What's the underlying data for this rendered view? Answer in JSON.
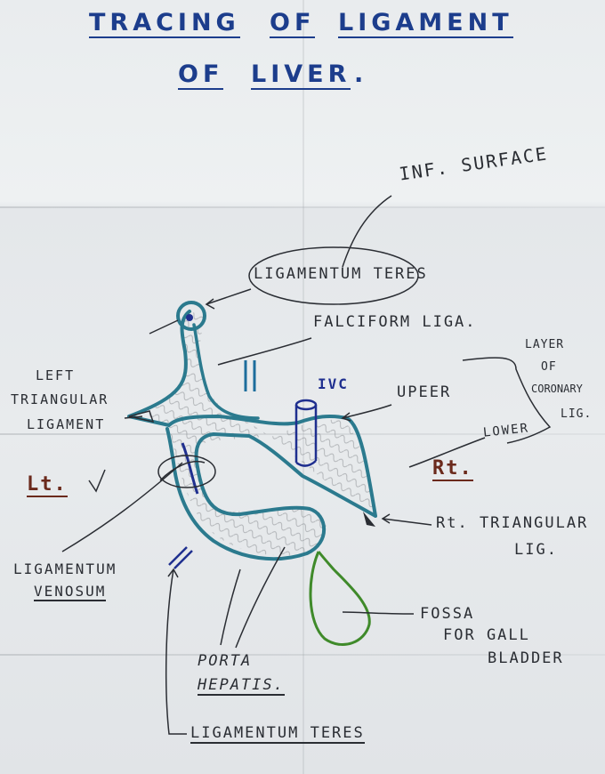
{
  "title": {
    "line1_word1": "TRACING",
    "line1_word2": "OF",
    "line1_word3": "LIGAMENT",
    "line2_word1": "OF",
    "line2_word2": "LIVER",
    "line2_period": "."
  },
  "labels": {
    "inf_surface": "INF. SURFACE",
    "ligamentum_teres_top": "LIGAMENTUM TERES",
    "falciform": "FALCIFORM LIGA.",
    "left_triangular_1": "LEFT",
    "left_triangular_2": "TRIANGULAR",
    "left_triangular_3": "LIGAMENT",
    "ivc": "IVC",
    "upeer": "UPEER",
    "lower": "LOWER",
    "layer_1": "LAYER",
    "layer_2": "OF",
    "layer_3": "CORONARY",
    "layer_4": "LIG.",
    "lt": "Lt.",
    "rt": "Rt.",
    "parallel_mark": "||",
    "rt_triangular_1": "Rt. TRIANGULAR",
    "rt_triangular_2": "LIG.",
    "ligamentum_venosum_1": "LIGAMENTUM",
    "ligamentum_venosum_2": "VENOSUM",
    "fossa_1": "FOSSA",
    "fossa_2": "FOR GALL",
    "fossa_3": "BLADDER",
    "porta_1": "PORTA",
    "porta_2": "HEPATIS.",
    "ligamentum_teres_bottom": "LIGAMENTUM TERES"
  },
  "colors": {
    "title_ink": "#1c3d8c",
    "outline_teal": "#2b7a8e",
    "ivc_blue": "#1f2f8f",
    "gall_bladder_green": "#3f8a2a",
    "label_brown": "#6b2a1c",
    "pencil_ink": "#2a2d33",
    "shading": "#8a8d92"
  }
}
